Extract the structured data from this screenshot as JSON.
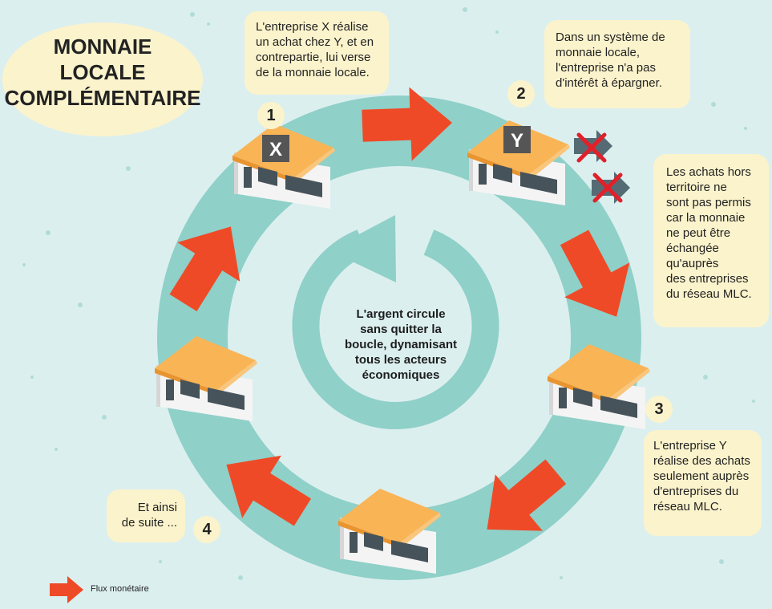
{
  "title": {
    "lines": [
      "MONNAIE",
      "LOCALE",
      "COMPLÉMENTAIRE"
    ]
  },
  "steps": [
    {
      "number": "1",
      "text_lines": [
        "L'entreprise X réalise",
        "un achat chez Y, et en",
        "contrepartie, lui verse",
        "de la monnaie locale."
      ]
    },
    {
      "number": "2",
      "text_lines": [
        "Dans un système de",
        "monnaie locale,",
        "l'entreprise n'a pas",
        "d'intérêt à épargner."
      ]
    },
    {
      "number": "3",
      "text_lines": [
        "L'entreprise Y",
        "réalise des achats",
        "seulement auprès",
        "d'entreprises du",
        "réseau MLC."
      ]
    },
    {
      "number": "4",
      "text_lines": [
        "Et ainsi",
        "de suite ..."
      ]
    }
  ],
  "side_note": {
    "text_lines": [
      "Les achats hors",
      "territoire ne",
      "sont pas permis",
      "car la monnaie",
      "ne peut être",
      "échangée",
      "qu'auprès",
      "des entreprises",
      "du réseau MLC."
    ]
  },
  "center": {
    "text_lines": [
      "L'argent circule",
      "sans quitter la",
      "boucle, dynamisant",
      "tous les acteurs",
      "économiques"
    ]
  },
  "houses": [
    {
      "label": "X"
    },
    {
      "label": "Y"
    },
    {
      "label": ""
    },
    {
      "label": ""
    },
    {
      "label": ""
    }
  ],
  "legend": {
    "label": "Flux monétaire"
  },
  "colors": {
    "background": "#dcefef",
    "ring": "#8fd0c8",
    "arrow": "#ef4a27",
    "bubble": "#fbf3cc",
    "roof": "#f9b456",
    "wall": "#f4f4f4",
    "cross": "#e2202a",
    "blocked_arrow": "#556b74"
  }
}
